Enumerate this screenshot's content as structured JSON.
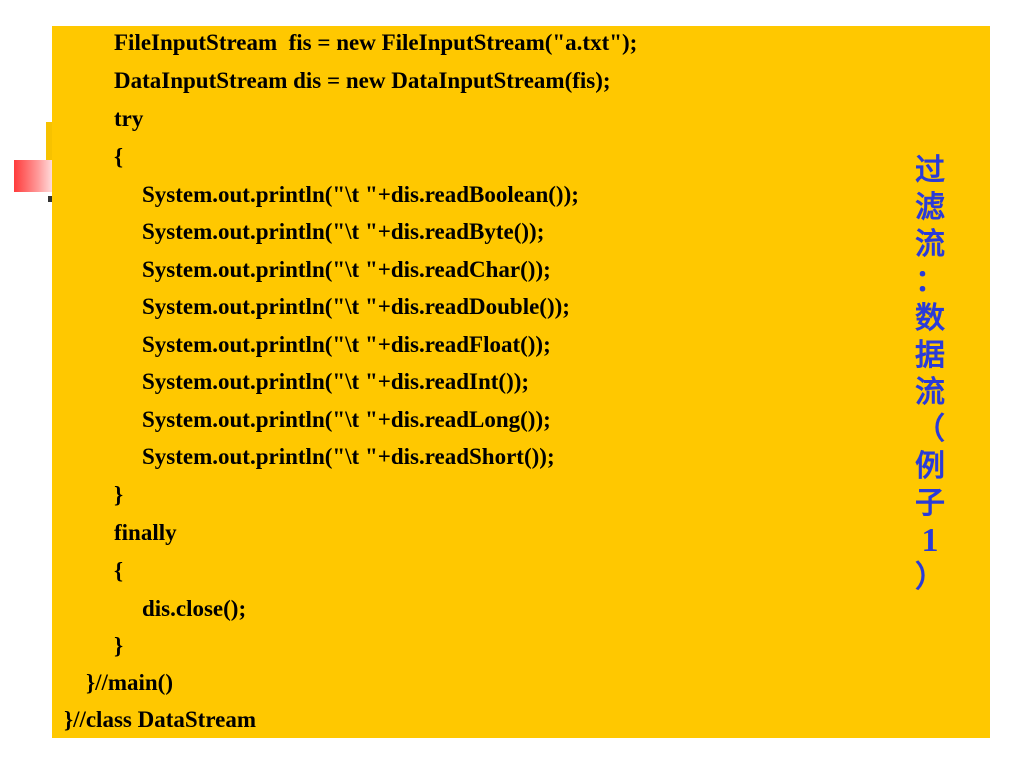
{
  "slide": {
    "colors": {
      "panel": "#ffc800",
      "code_text": "#000000",
      "title_text": "#2a3bd8"
    },
    "code_lines": [
      "FileInputStream  fis = new FileInputStream(\"a.txt\");",
      "DataInputStream dis = new DataInputStream(fis);",
      "try",
      "{",
      "System.out.println(\"\\t \"+dis.readBoolean());",
      "System.out.println(\"\\t \"+dis.readByte());",
      "System.out.println(\"\\t \"+dis.readChar());",
      "System.out.println(\"\\t \"+dis.readDouble());",
      "System.out.println(\"\\t \"+dis.readFloat());",
      "System.out.println(\"\\t \"+dis.readInt());",
      "System.out.println(\"\\t \"+dis.readLong());",
      "System.out.println(\"\\t \"+dis.readShort());",
      "}",
      "finally",
      "{",
      "dis.close();",
      "}",
      "}//main()",
      "}//class DataStream"
    ],
    "side_title": [
      "过",
      "滤",
      "流",
      "：",
      "数",
      "据",
      "流",
      "（",
      "例",
      "子",
      "1",
      "）"
    ]
  }
}
